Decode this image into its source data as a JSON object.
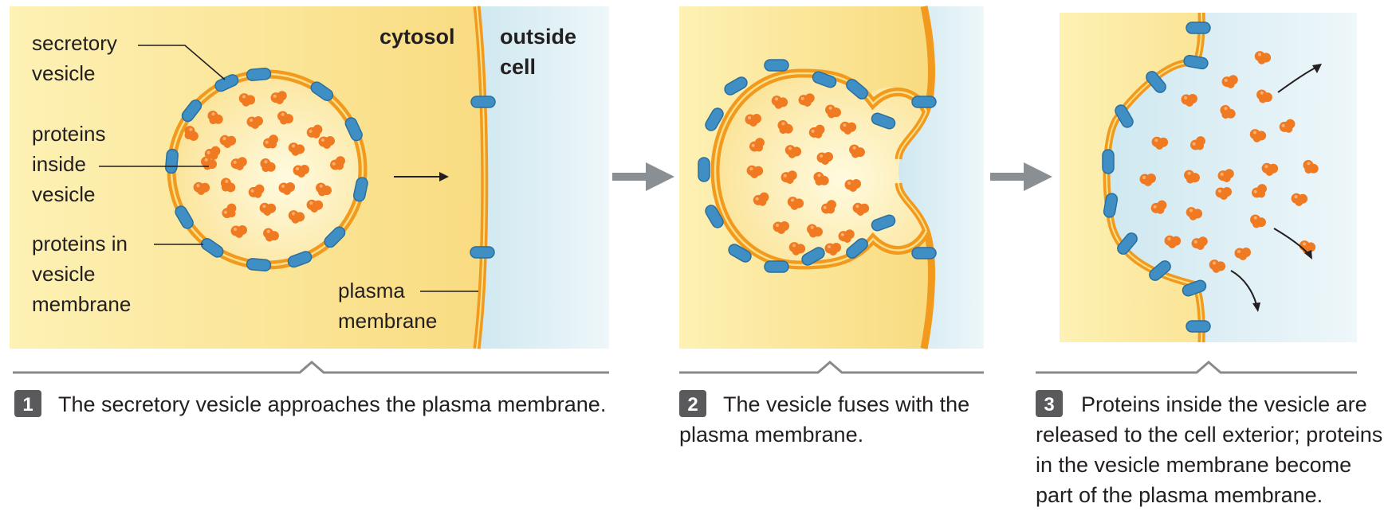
{
  "labels": {
    "secretory_vesicle": [
      "secretory",
      "vesicle"
    ],
    "proteins_inside": [
      "proteins",
      "inside",
      "vesicle"
    ],
    "proteins_membrane": [
      "proteins in",
      "vesicle",
      "membrane"
    ],
    "cytosol": "cytosol",
    "outside_cell": [
      "outside",
      "cell"
    ],
    "plasma_membrane": [
      "plasma",
      "membrane"
    ]
  },
  "steps": [
    {
      "number": "1",
      "caption_lines": [
        "The secretory vesicle approaches the plasma membrane."
      ]
    },
    {
      "number": "2",
      "caption_lines": [
        "The vesicle fuses with the",
        "plasma membrane."
      ]
    },
    {
      "number": "3",
      "caption_lines": [
        "Proteins inside the vesicle are",
        "released to the cell exterior; proteins",
        "in the vesicle membrane become",
        "part of the plasma membrane."
      ]
    }
  ],
  "colors": {
    "cytosol": "#f9d97a",
    "exterior": "#d6ecf2",
    "membrane": "#f29a1e",
    "protein": "#f07a22",
    "membrane_protein": "#3f8fc4",
    "badge": "#5a5a5c",
    "rule": "#8a8a8c",
    "arrow": "#8a8f94"
  }
}
